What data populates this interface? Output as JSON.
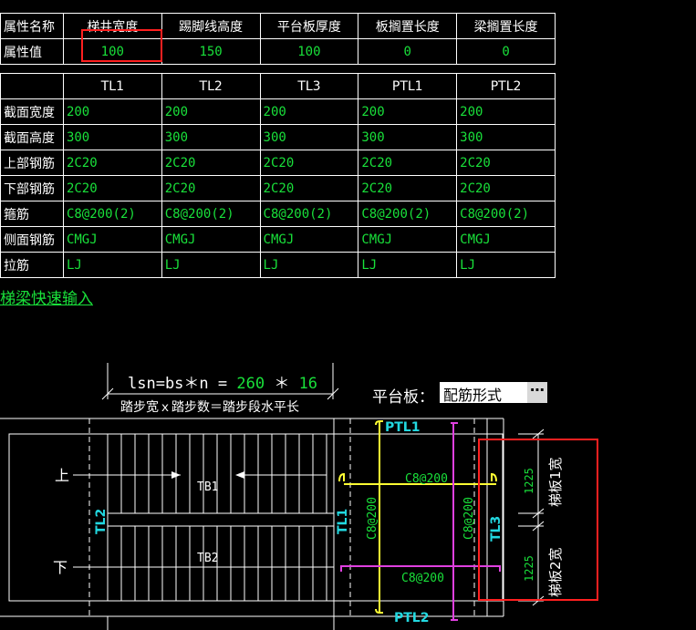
{
  "props": {
    "headers": [
      "属性名称",
      "梯井宽度",
      "踢脚线高度",
      "平台板厚度",
      "板搁置长度",
      "梁搁置长度"
    ],
    "row_label": "属性值",
    "values": [
      "100",
      "150",
      "100",
      "0",
      "0"
    ]
  },
  "beams": {
    "columns": [
      "TL1",
      "TL2",
      "TL3",
      "PTL1",
      "PTL2"
    ],
    "rows": [
      {
        "label": "截面宽度",
        "cells": [
          "200",
          "200",
          "200",
          "200",
          "200"
        ]
      },
      {
        "label": "截面高度",
        "cells": [
          "300",
          "300",
          "300",
          "300",
          "300"
        ]
      },
      {
        "label": "上部钢筋",
        "cells": [
          "2C20",
          "2C20",
          "2C20",
          "2C20",
          "2C20"
        ]
      },
      {
        "label": "下部钢筋",
        "cells": [
          "2C20",
          "2C20",
          "2C20",
          "2C20",
          "2C20"
        ]
      },
      {
        "label": "箍筋",
        "cells": [
          "C8@200(2)",
          "C8@200(2)",
          "C8@200(2)",
          "C8@200(2)",
          "C8@200(2)"
        ]
      },
      {
        "label": "侧面钢筋",
        "cells": [
          "CMGJ",
          "CMGJ",
          "CMGJ",
          "CMGJ",
          "CMGJ"
        ]
      },
      {
        "label": "拉筋",
        "cells": [
          "LJ",
          "LJ",
          "LJ",
          "LJ",
          "LJ"
        ]
      }
    ]
  },
  "quick_input_link": "梯梁快速输入",
  "formula": {
    "lhs": "lsn=bs＊n = ",
    "bs": "260",
    "op": " ＊ ",
    "n": "16",
    "caption": "踏步宽ｘ踏步数＝踏步段水平长"
  },
  "platform": {
    "label": "平台板：",
    "select_value": "配筋形式",
    "more_glyph": "⋯"
  },
  "drawing": {
    "up": "上",
    "down": "下",
    "tb1": "TB1",
    "tb2": "TB2",
    "tl1": "TL1",
    "tl2": "TL2",
    "tl3": "TL3",
    "ptl1": "PTL1",
    "ptl2": "PTL2",
    "rebar_h_top": "C8@200",
    "rebar_h_bottom": "C8@200",
    "rebar_v_left": "C8@200",
    "rebar_v_right": "C8@200",
    "dim1": "1225",
    "dim2": "1225",
    "board1_width": "梯板1宽",
    "board2_width": "梯板2宽"
  },
  "colors": {
    "green": "#19e03a",
    "cyan": "#22d8e0",
    "yellow": "#ffff33",
    "magenta": "#e040e0",
    "highlight": "#ff2020"
  }
}
